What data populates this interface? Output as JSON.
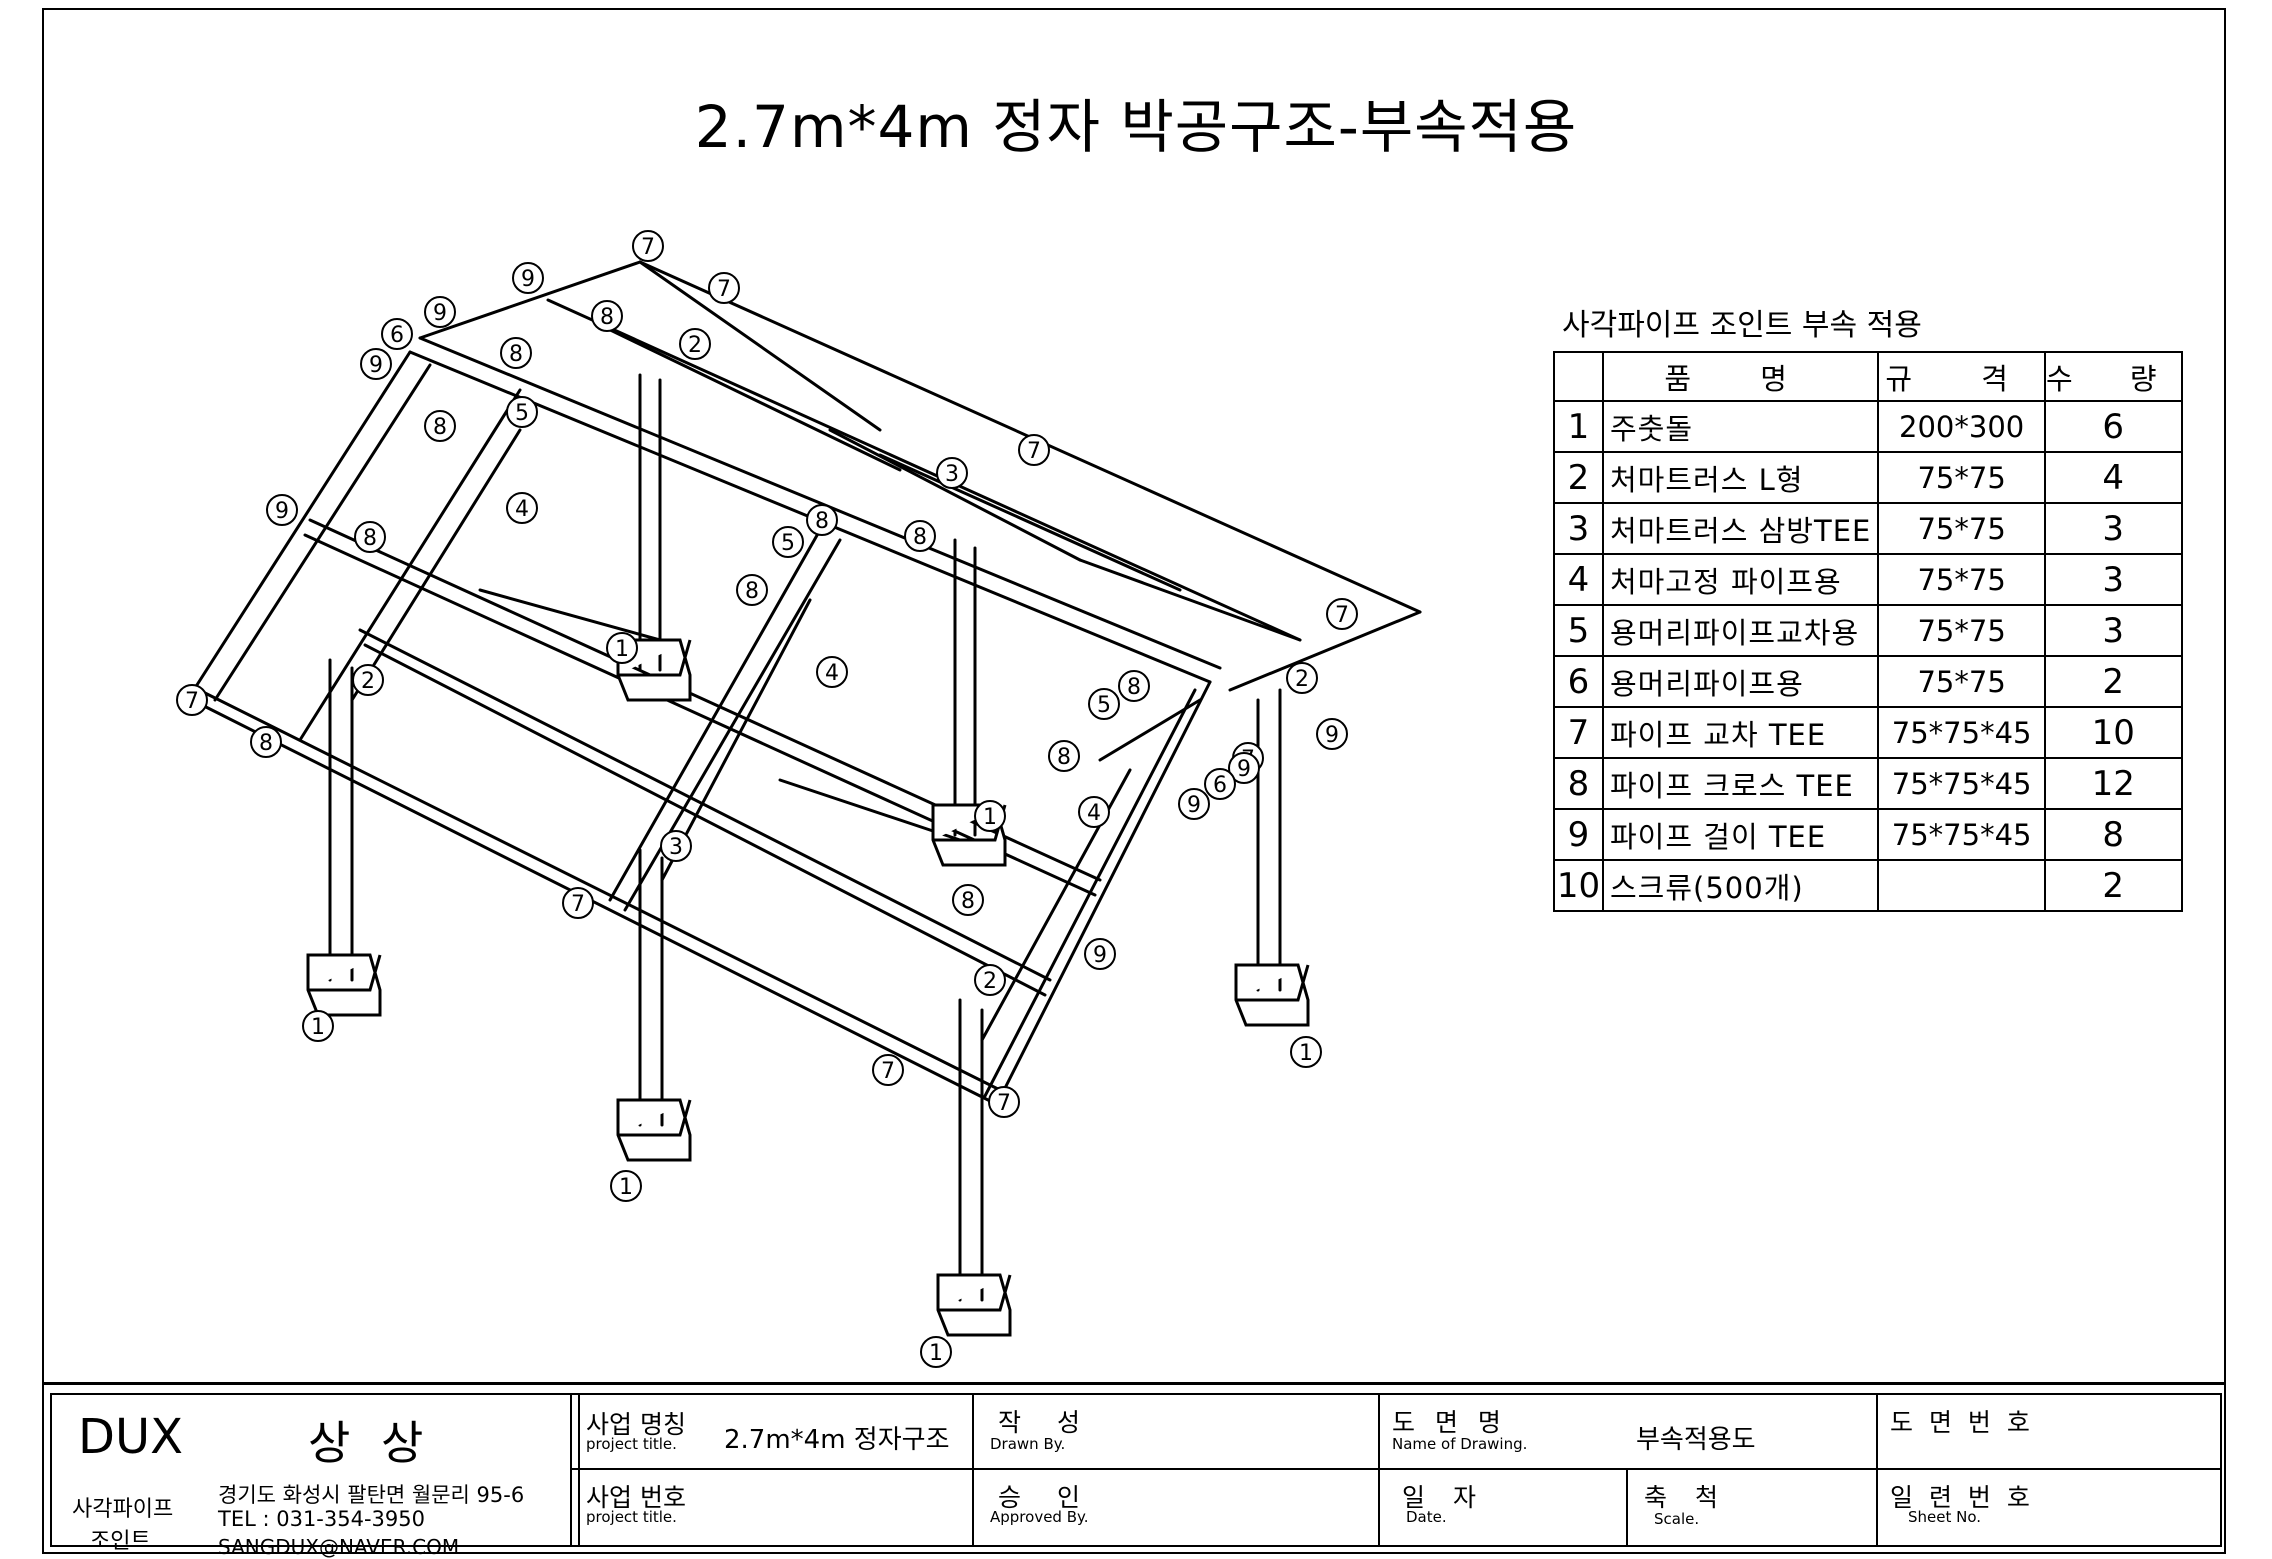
{
  "drawing_title": "2.7m*4m 정자 박공구조-부속적용",
  "legend": {
    "caption": "사각파이프 조인트 부속 적용",
    "headers": {
      "name": "품 명",
      "spec": "규 격",
      "qty": "수 량"
    },
    "rows": [
      {
        "no": "1",
        "name": "주춧돌",
        "spec": "200*300",
        "qty": "6"
      },
      {
        "no": "2",
        "name": "처마트러스 L형",
        "spec": "75*75",
        "qty": "4"
      },
      {
        "no": "3",
        "name": "처마트러스 삼방TEE",
        "spec": "75*75",
        "qty": "3"
      },
      {
        "no": "4",
        "name": "처마고정 파이프용",
        "spec": "75*75",
        "qty": "3"
      },
      {
        "no": "5",
        "name": "용머리파이프교차용",
        "spec": "75*75",
        "qty": "3"
      },
      {
        "no": "6",
        "name": "용머리파이프용",
        "spec": "75*75",
        "qty": "2"
      },
      {
        "no": "7",
        "name": "파이프 교차 TEE",
        "spec": "75*75*45",
        "qty": "10"
      },
      {
        "no": "8",
        "name": "파이프 크로스 TEE",
        "spec": "75*75*45",
        "qty": "12"
      },
      {
        "no": "9",
        "name": "파이프 걸이 TEE",
        "spec": "75*75*45",
        "qty": "8"
      },
      {
        "no": "10",
        "name": "스크류(500개)",
        "spec": "",
        "qty": "2"
      }
    ]
  },
  "callouts": [
    "7",
    "9",
    "7",
    "6",
    "9",
    "8",
    "2",
    "9",
    "8",
    "5",
    "8",
    "7",
    "3",
    "9",
    "8",
    "4",
    "8",
    "5",
    "8",
    "8",
    "7",
    "2",
    "1",
    "4",
    "7",
    "8",
    "5",
    "8",
    "2",
    "9",
    "7",
    "8",
    "9",
    "6",
    "9",
    "1",
    "4",
    "3",
    "8",
    "7",
    "2",
    "9",
    "7",
    "7",
    "1",
    "1",
    "1",
    "1"
  ],
  "title_block": {
    "company": "DUX",
    "company_alt": "상 상",
    "brand_line1": "사각파이프",
    "brand_line2": "조인트",
    "address": "경기도 화성시 팔탄면 월문리 95-6",
    "tel": "TEL : 031-354-3950",
    "email": "SANGDUX@NAVER.COM",
    "project_name_label": "사업 명칭",
    "project_name_sub": "project title.",
    "project_name_value": "2.7m*4m 정자구조",
    "project_no_label": "사업 번호",
    "project_no_sub": "project title.",
    "drawn_label": "작 성",
    "drawn_sub": "Drawn By.",
    "approved_label": "승 인",
    "approved_sub": "Approved By.",
    "drawing_name_label": "도 면 명",
    "drawing_name_sub": "Name of Drawing.",
    "drawing_name_value": "부속적용도",
    "date_label": "일 자",
    "date_sub": "Date.",
    "scale_label": "축 척",
    "scale_sub": "Scale.",
    "drawing_no_label": "도 면 번 호",
    "sheet_no_label": "일 련 번 호",
    "sheet_no_sub": "Sheet No."
  }
}
